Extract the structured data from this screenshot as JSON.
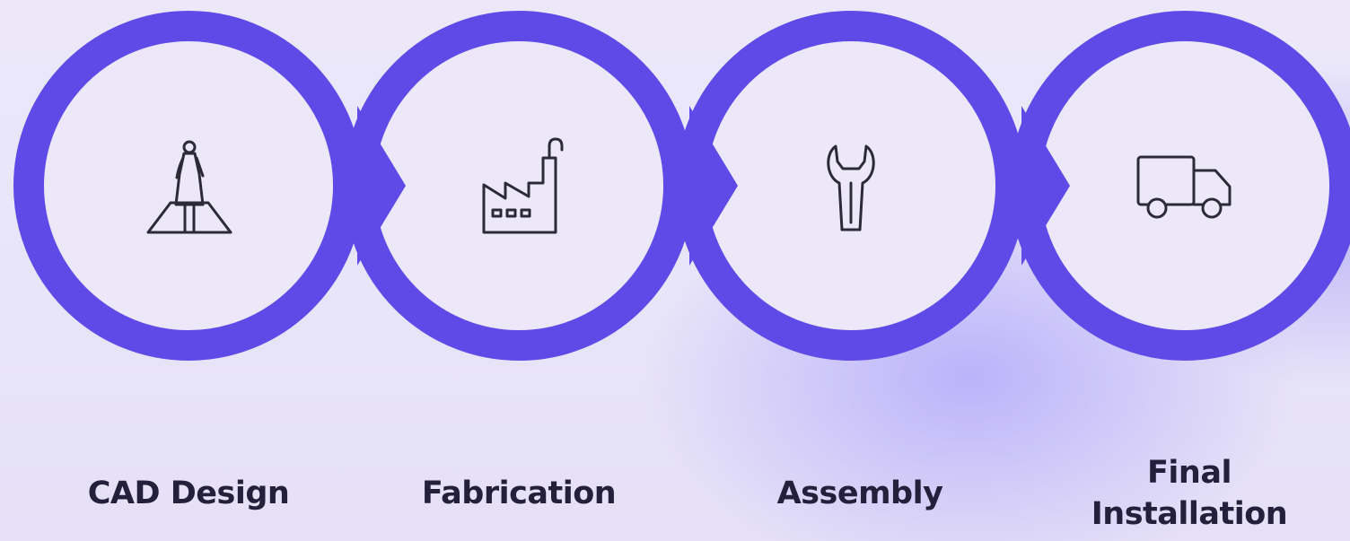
{
  "colors": {
    "ring": "#5f4ae8",
    "icon_stroke": "#2d2a37",
    "label": "#241f3b"
  },
  "steps": [
    {
      "label": "CAD Design",
      "icon": "architect-person-icon"
    },
    {
      "label": "Fabrication",
      "icon": "factory-icon"
    },
    {
      "label": "Assembly",
      "icon": "wrench-icon"
    },
    {
      "label_line1": "Final",
      "label_line2": "Installation",
      "icon": "delivery-truck-icon"
    }
  ]
}
